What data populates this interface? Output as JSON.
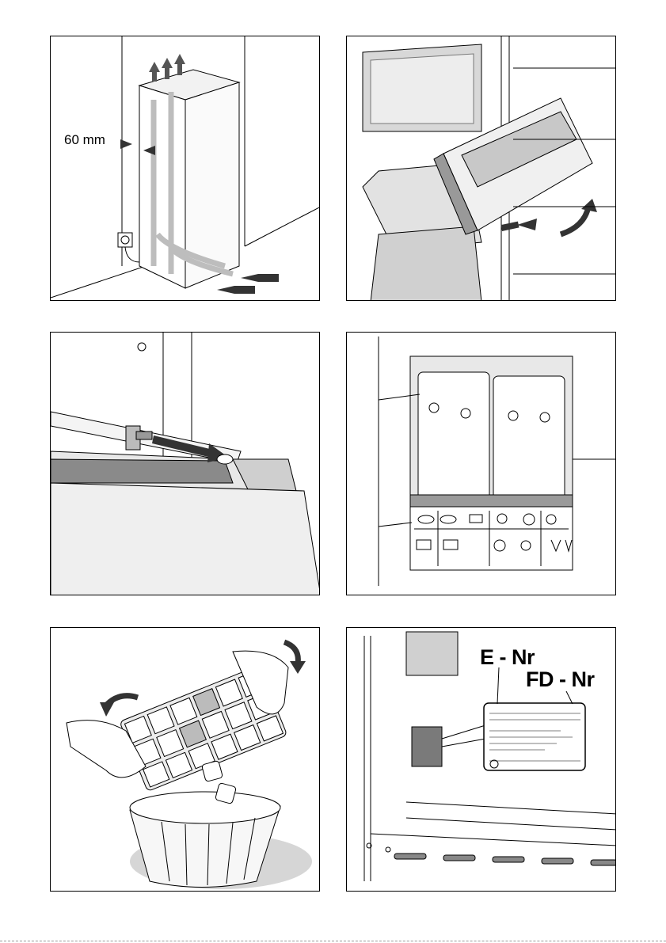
{
  "figure1": {
    "clearance_label": "60 mm"
  },
  "figure6": {
    "e_nr_label": "E - Nr",
    "fd_nr_label": "FD - Nr"
  },
  "colors": {
    "line": "#000000",
    "shade": "#bdbdbd",
    "light": "#e4e4e4",
    "dark": "#7a7a7a",
    "arrow": "#444444"
  }
}
